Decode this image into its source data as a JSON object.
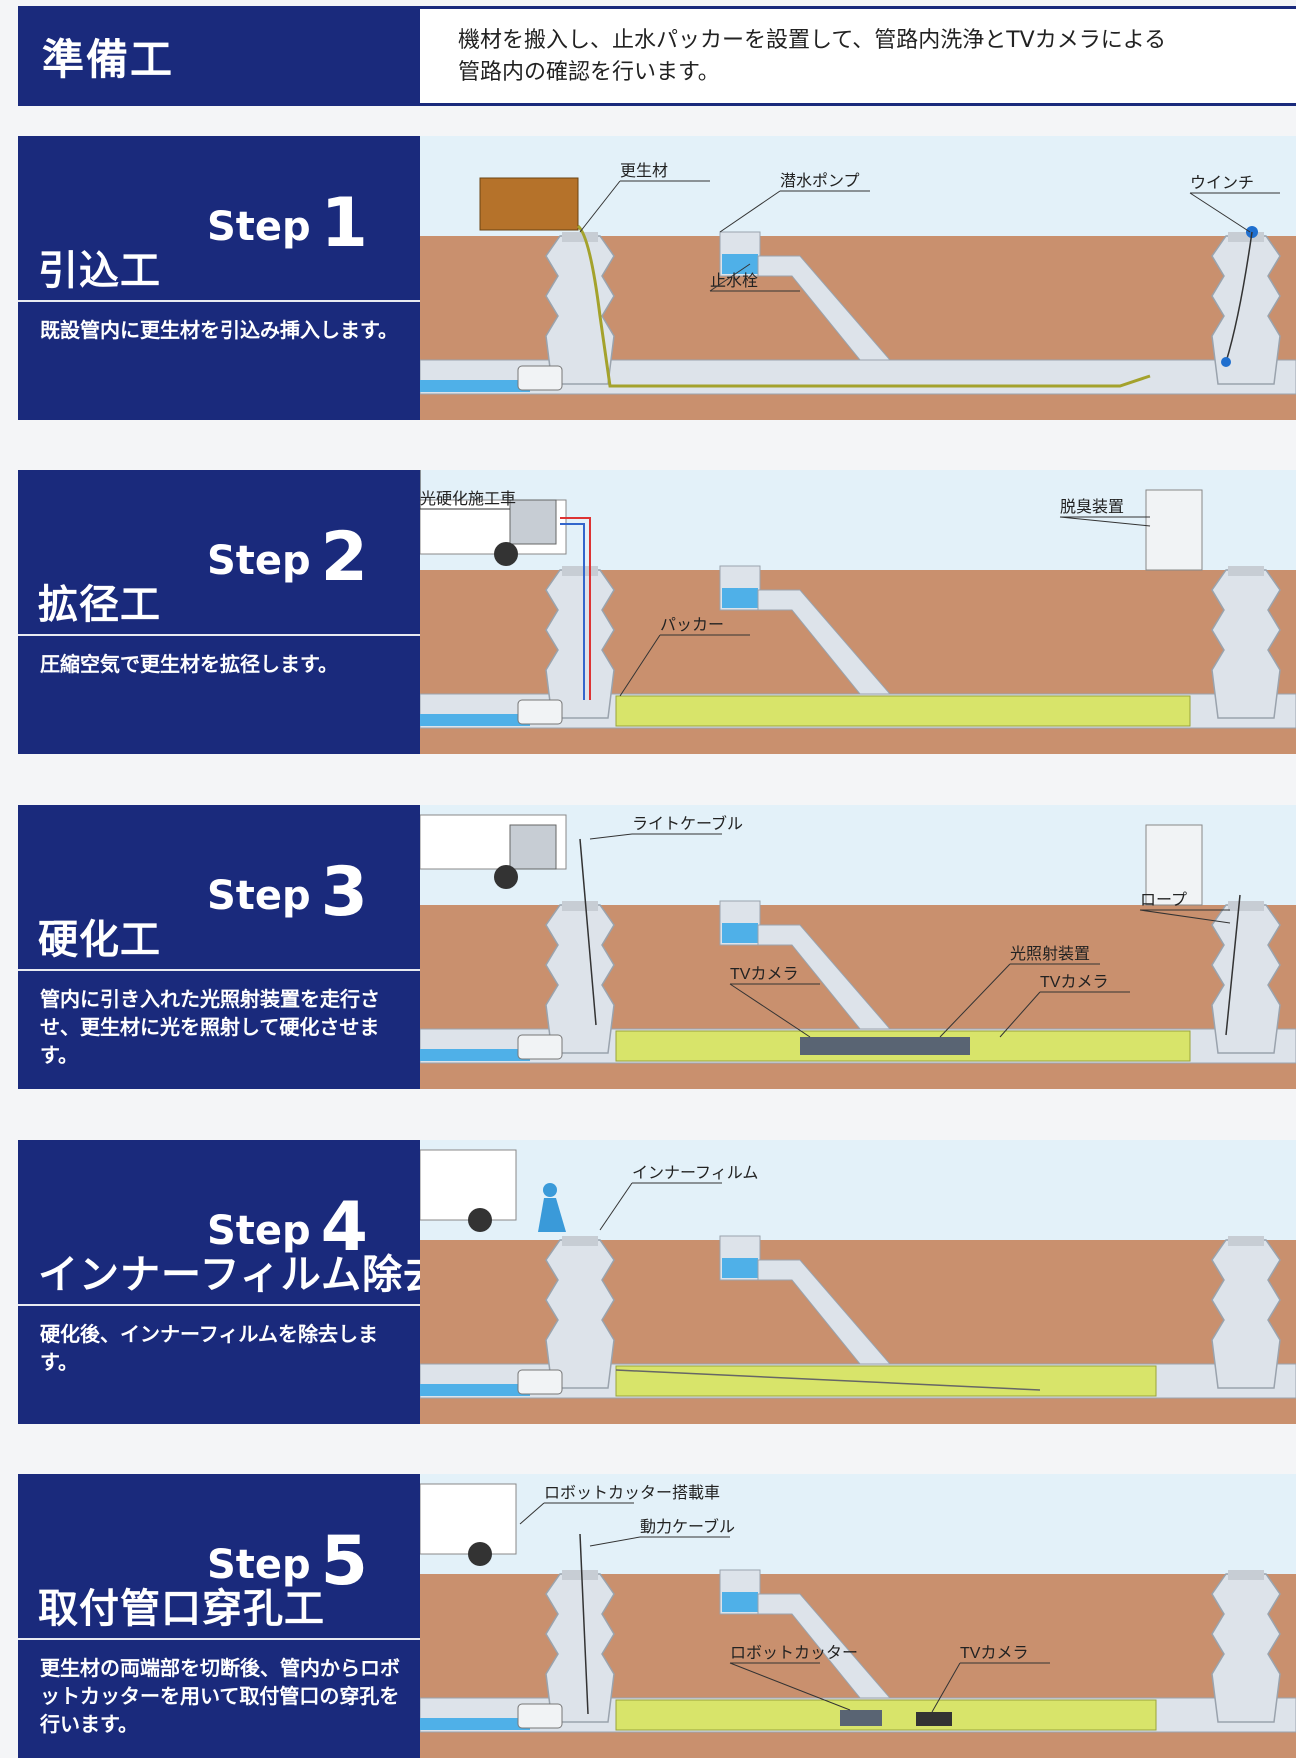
{
  "header": {
    "title": "準備工",
    "description_line1": "機材を搬入し、止水パッカーを設置して、管路内洗浄とTVカメラによる",
    "description_line2": "管路内の確認を行います。"
  },
  "steps": [
    {
      "step_word": "Step",
      "number": "1",
      "name": "引込工",
      "description": "既設管内に更生材を引込み挿入します。",
      "labels": [
        "更生材",
        "潜水ポンプ",
        "止水栓",
        "ウインチ"
      ]
    },
    {
      "step_word": "Step",
      "number": "2",
      "name": "拡径工",
      "description": "圧縮空気で更生材を拡径します。",
      "labels": [
        "光硬化施工車",
        "脱臭装置",
        "パッカー"
      ]
    },
    {
      "step_word": "Step",
      "number": "3",
      "name": "硬化工",
      "description": "管内に引き入れた光照射装置を走行させ、更生材に光を照射して硬化させます。",
      "labels": [
        "ライトケーブル",
        "ロープ",
        "光照射装置",
        "TVカメラ",
        "TVカメラ"
      ]
    },
    {
      "step_word": "Step",
      "number": "4",
      "name": "インナーフィルム除去工",
      "description": "硬化後、インナーフィルムを除去します。",
      "labels": [
        "インナーフィルム"
      ]
    },
    {
      "step_word": "Step",
      "number": "5",
      "name": "取付管口穿孔工",
      "description": "更生材の両端部を切断後、管内からロボットカッターを用いて取付管口の穿孔を行います。",
      "labels": [
        "ロボットカッター搭載車",
        "動力ケーブル",
        "ロボットカッター",
        "TVカメラ"
      ]
    }
  ],
  "colors": {
    "navy": "#1a2a7c",
    "soil": "#c9906e",
    "sky": "#e3f1f9",
    "pipe": "#dde3ea",
    "liner": "#d8e46a",
    "water": "#4fb0e8"
  }
}
